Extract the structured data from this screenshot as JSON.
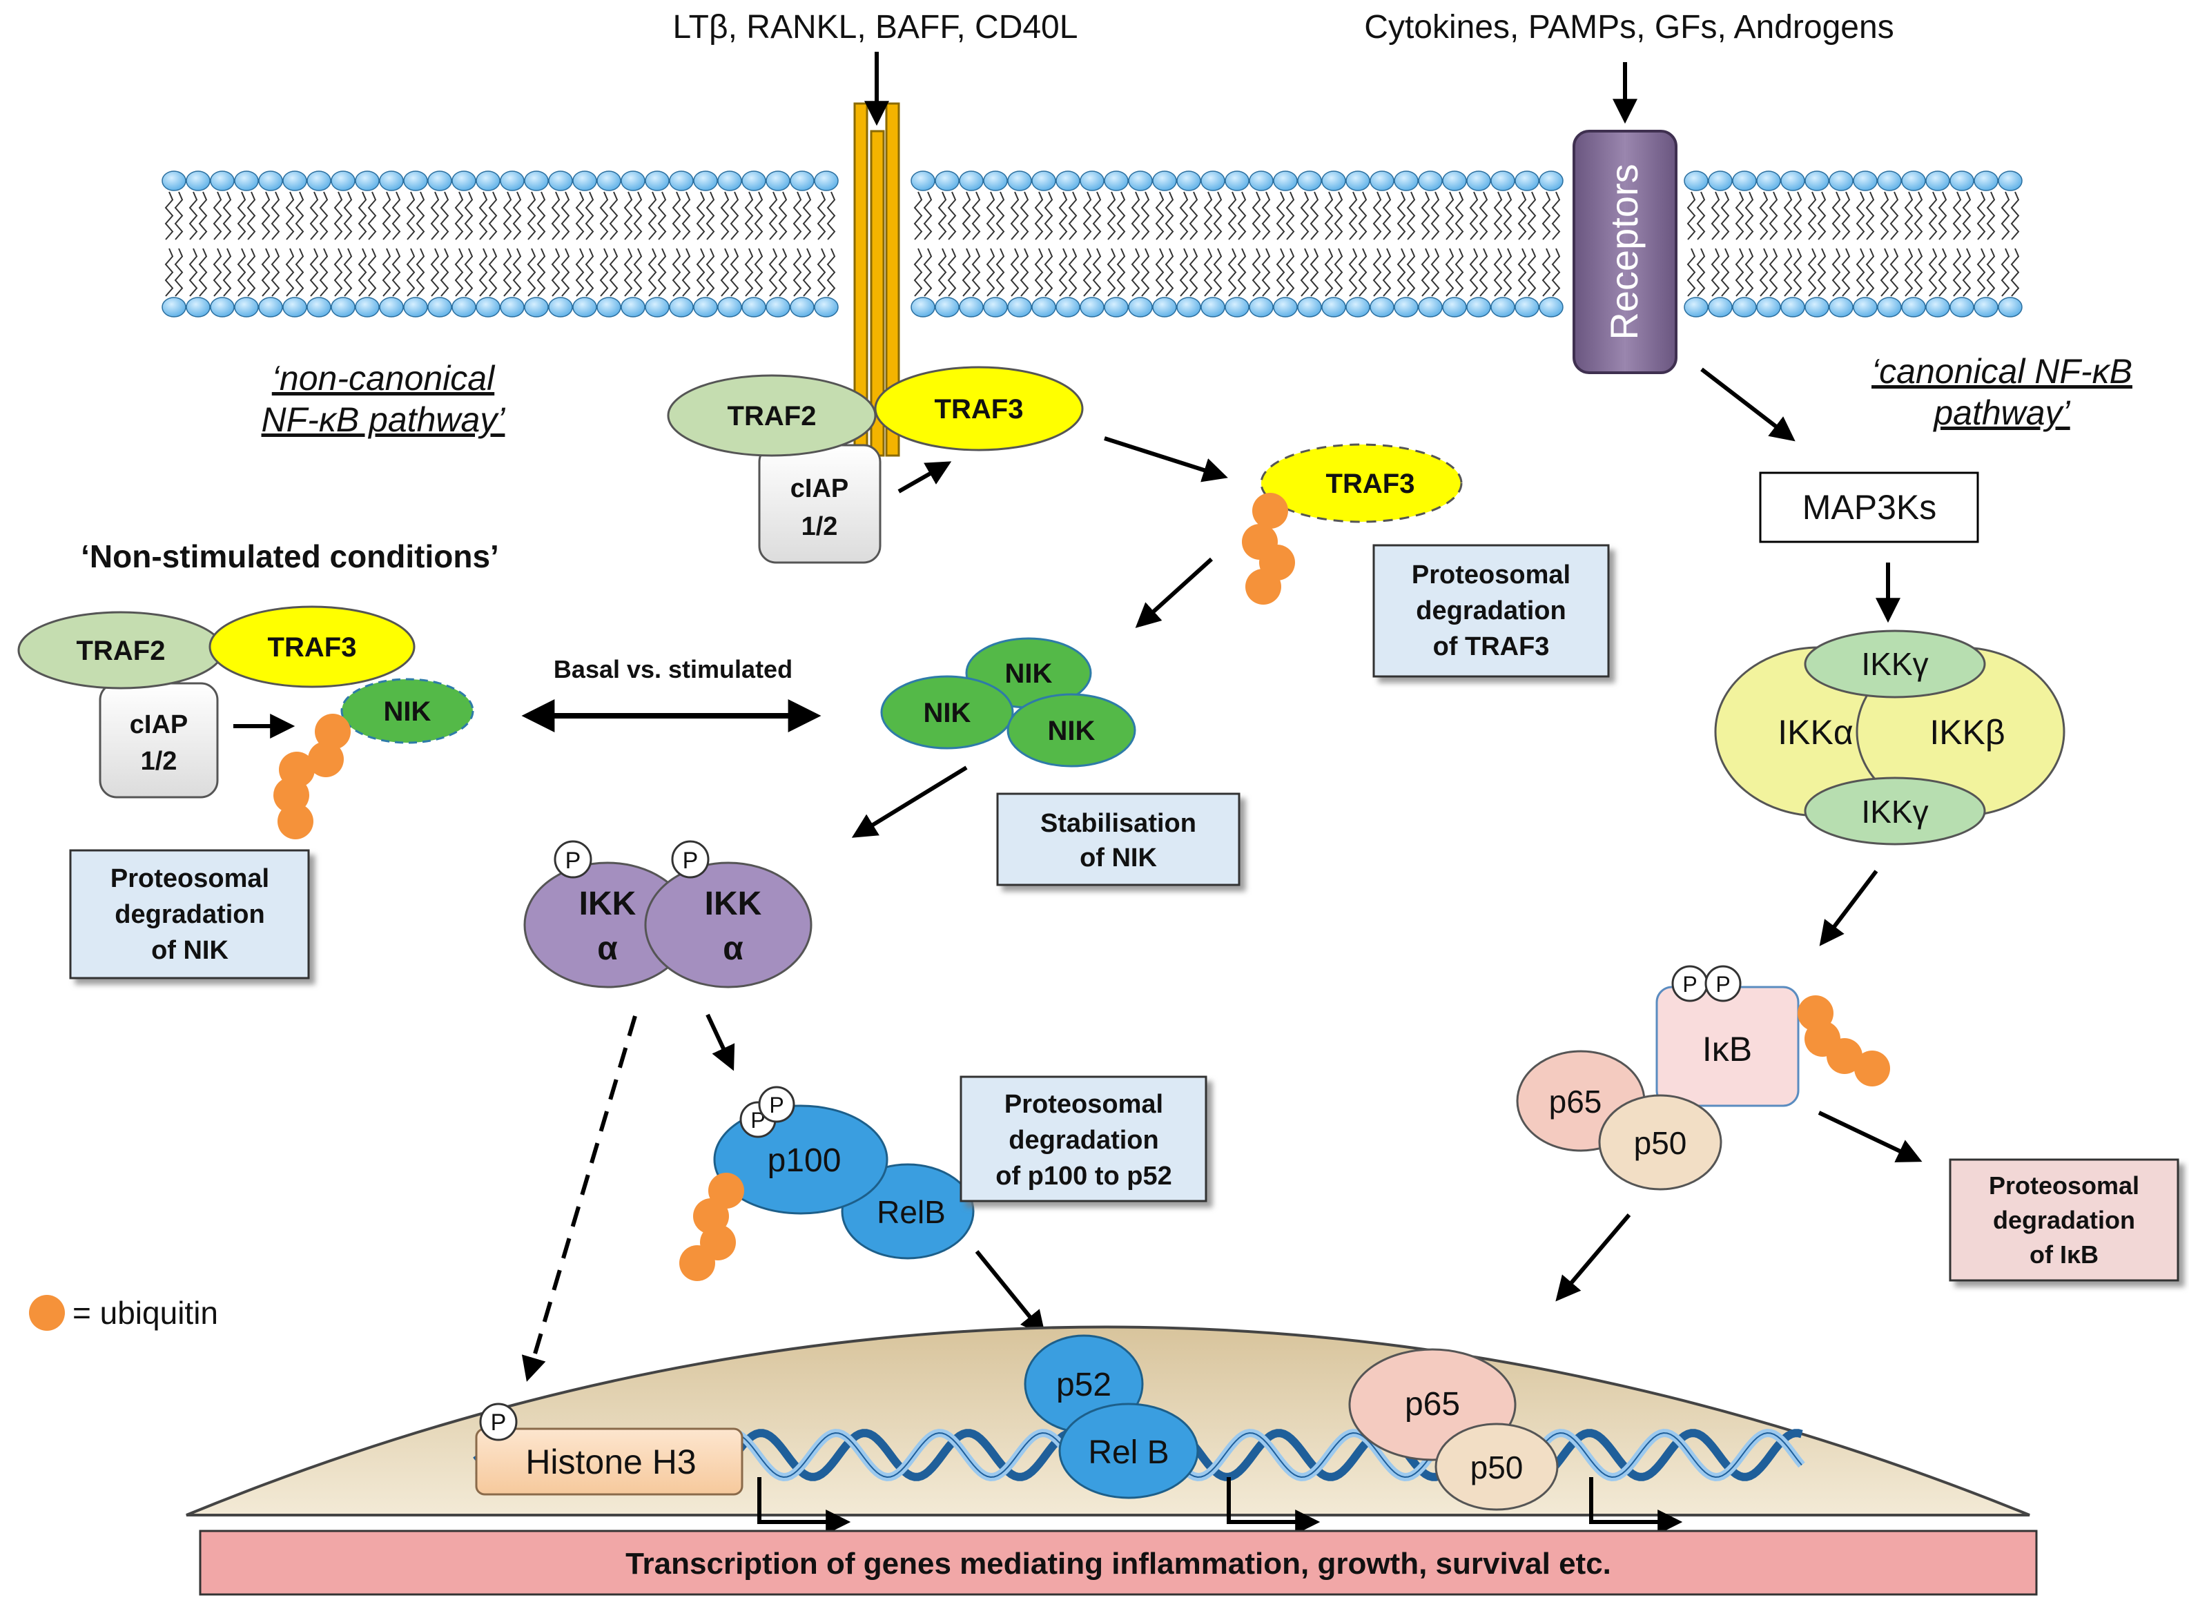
{
  "ligands": {
    "noncanonical": "LTβ, RANKL, BAFF, CD40L",
    "canonical": "Cytokines, PAMPs, GFs, Androgens"
  },
  "receptors_label": "Receptors",
  "pathways": {
    "noncanonical_line1": "‘non-canonical",
    "noncanonical_line2": "NF-κB pathway’",
    "canonical_line1": "‘canonical NF-κB",
    "canonical_line2": "pathway’"
  },
  "membrane_complex": {
    "traf2": "TRAF2",
    "traf3": "TRAF3",
    "ciap_line1": "cIAP",
    "ciap_line2": "1/2"
  },
  "released_traf3": "TRAF3",
  "nonstim_title": "‘Non-stimulated conditions’",
  "nonstim_complex": {
    "traf2": "TRAF2",
    "traf3": "TRAF3",
    "nik": "NIK",
    "ciap_line1": "cIAP",
    "ciap_line2": "1/2"
  },
  "basal_label": "Basal vs. stimulated",
  "nik_cluster": [
    "NIK",
    "NIK",
    "NIK"
  ],
  "ikk_alpha": {
    "p": "P",
    "line1": "IKK",
    "line2": "α"
  },
  "p100_complex": {
    "p": "P",
    "p100": "p100",
    "relb": "RelB"
  },
  "map3ks": "MAP3Ks",
  "ikk_complex": {
    "gamma_top": "IKKγ",
    "alpha": "IKKα",
    "beta": "IKKβ",
    "gamma_bottom": "IKKγ"
  },
  "ikb_complex": {
    "p": "P",
    "ikb": "IκB",
    "p65": "p65",
    "p50": "p50"
  },
  "boxes": {
    "traf3_deg": [
      "Proteosomal",
      "degradation",
      "of TRAF3"
    ],
    "nik_stab": [
      "Stabilisation",
      "of NIK"
    ],
    "nik_deg": [
      "Proteosomal",
      "degradation",
      "of NIK"
    ],
    "p100_deg": [
      "Proteosomal",
      "degradation",
      "of p100 to p52"
    ],
    "ikb_deg": [
      "Proteosomal",
      "degradation",
      "of IκB"
    ]
  },
  "legend": {
    "ubiquitin": "= ubiquitin"
  },
  "nucleus": {
    "histone": "Histone H3",
    "p": "P",
    "p52": "p52",
    "relb": "Rel B",
    "p65": "p65",
    "p50": "p50"
  },
  "transcription_bar": "Transcription of  genes mediating inflammation, growth, survival etc.",
  "colors": {
    "membrane_head": "#7ec4ee",
    "traf2": "#c5ddb0",
    "traf3": "#ffff00",
    "nik": "#54b948",
    "ikk_alpha_purple": "#a48fbf",
    "p100_blue": "#3a9ee0",
    "ubiquitin": "#f5923a",
    "box_blue": "#dce9f5",
    "box_pink": "#f2d7d6",
    "bar_pink": "#f1a7a7",
    "nucleus": "#e2d2b0",
    "receptor": "#7b6690",
    "ikk_yellow": "#f2f39d",
    "ikk_green": "#b7deb0"
  }
}
